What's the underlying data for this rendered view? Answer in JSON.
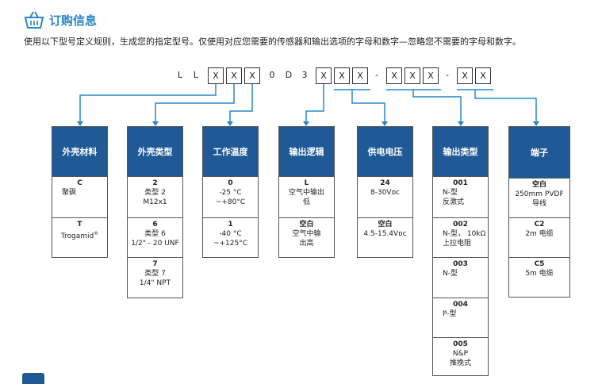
{
  "header": {
    "title": "订购信息",
    "description": "使用以下型号定义规则，生成您的指定型号。仅使用对应您需要的传感器和输出选项的字母和数字—忽略您不需要的字母和数字。"
  },
  "code": {
    "prefix1": "L",
    "prefix2": "L",
    "b1": "X",
    "b2": "X",
    "b3": "X",
    "m1": "0",
    "m2": "D",
    "m3": "3",
    "c1": "X",
    "c2": "X",
    "c3": "X",
    "dash1": "-",
    "d1": "X",
    "d2": "X",
    "d3": "X",
    "dash2": "-",
    "e1": "X",
    "e2": "X"
  },
  "columns": [
    {
      "header": "外壳材料",
      "options": [
        {
          "key": "C",
          "lines": [
            "聚砜"
          ]
        },
        {
          "key": "T",
          "lines": [
            "Trogamid"
          ]
        }
      ]
    },
    {
      "header": "外壳类型",
      "options": [
        {
          "key": "2",
          "lines": [
            "类型 2",
            "M12x1"
          ]
        },
        {
          "key": "6",
          "lines": [
            "类型 6",
            "1/2\" - 20 UNF"
          ]
        },
        {
          "key": "7",
          "lines": [
            "类型 7",
            "1/4\" NPT"
          ]
        }
      ]
    },
    {
      "header": "工作温度",
      "options": [
        {
          "key": "0",
          "lines": [
            "-25 °C",
            "~+80°C"
          ]
        },
        {
          "key": "1",
          "lines": [
            "-40 °C",
            "~+125°C"
          ]
        }
      ]
    },
    {
      "header": "输出逻辑",
      "options": [
        {
          "key": "L",
          "lines": [
            "空气中输出",
            "低"
          ]
        },
        {
          "key": "空白",
          "lines": [
            "空气中输",
            "出高"
          ]
        }
      ]
    },
    {
      "header": "供电电压",
      "options": [
        {
          "key": "24",
          "lines": [
            "8-30Vᴅᴄ"
          ]
        },
        {
          "key": "空白",
          "lines": [
            "4.5-15.4Vᴅᴄ"
          ]
        }
      ]
    },
    {
      "header": "输出类型",
      "options": [
        {
          "key": "001",
          "lines": [
            "N-型",
            "反激式"
          ]
        },
        {
          "key": "002",
          "lines": [
            "N-型，  10kΩ",
            "上拉电阻"
          ]
        },
        {
          "key": "003",
          "lines": [
            "N-型"
          ]
        },
        {
          "key": "004",
          "lines": [
            "P-型"
          ]
        },
        {
          "key": "005",
          "lines": [
            "N&P",
            "推挽式"
          ]
        }
      ]
    },
    {
      "header": "端子",
      "options": [
        {
          "key": "空白",
          "lines": [
            "250mm PVDF",
            "导线"
          ]
        },
        {
          "key": "C2",
          "lines": [
            "2m 电缆"
          ]
        },
        {
          "key": "C5",
          "lines": [
            "5m 电缆"
          ]
        }
      ]
    }
  ],
  "colors": {
    "header_bg": "#1f5a96",
    "title": "#2a86c8",
    "connector": "#2a86c8"
  }
}
